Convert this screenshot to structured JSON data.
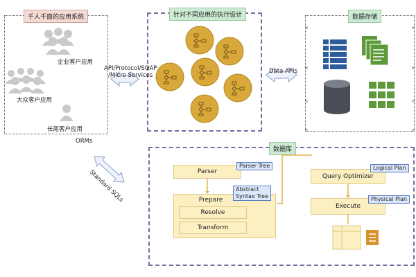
{
  "left_panel": {
    "title": "千人千面的应用系统",
    "groups": [
      {
        "label": "企业客户应用"
      },
      {
        "label": "大众客户应用"
      },
      {
        "label": "长尾客户应用"
      }
    ]
  },
  "center_panel": {
    "title": "针对不同应用的执行设计"
  },
  "right_panel": {
    "title": "数据存储"
  },
  "db_panel": {
    "title": "数据库",
    "parser": "Parser",
    "parser_tree": "Parser Tree",
    "prepare": "Prepare",
    "abstract_syntax_tree": "Abstract\nSyntax Tree",
    "resolve": "Resolve",
    "transform": "Transform",
    "query_optimizer": "Query Optimizer",
    "logical_plan": "Logical Plan",
    "execute": "Execute",
    "physical_plan": "Physical Plan"
  },
  "connectors": {
    "api_label": "API/Protocol/SOAP\n/Micro Services",
    "data_apis": "Data APIs",
    "orms": "ORMs",
    "standard_sqls": "Standard SQLs"
  },
  "colors": {
    "tag_pink": "#f6dad4",
    "tag_green": "#cdebd3",
    "gold": "#d8a93a",
    "box_yellow": "#fcefc2",
    "blue_tag": "#dce7fb",
    "dash_purple": "#7a6aa0",
    "storage_blue": "#2e5b9a",
    "storage_green": "#5e9a3a"
  }
}
